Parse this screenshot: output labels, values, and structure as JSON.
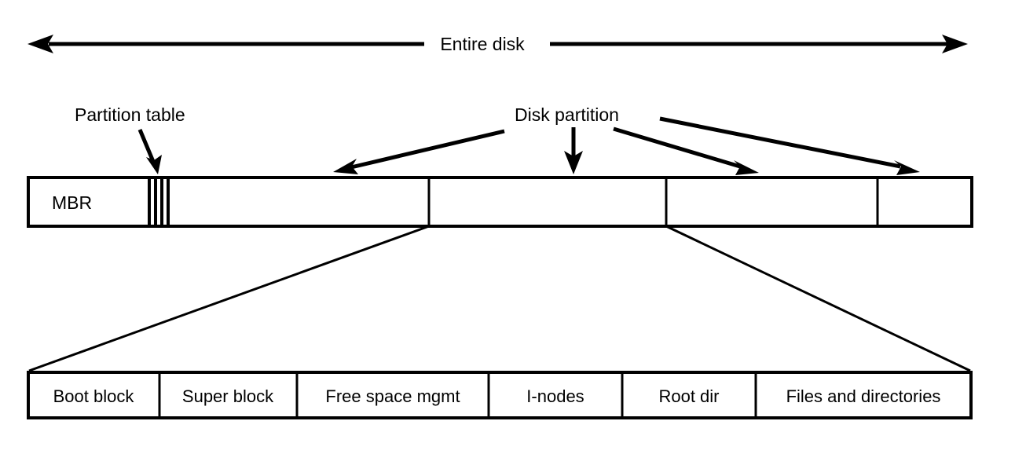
{
  "diagram": {
    "title_arrow": {
      "label": "Entire disk",
      "icon_left": "arrow-left-icon",
      "icon_right": "arrow-right-icon"
    },
    "annotations": [
      {
        "id": "partition-table",
        "label": "Partition table",
        "icon": "arrow-down-right-icon"
      },
      {
        "id": "disk-partition",
        "label": "Disk partition",
        "icon": "arrow-down-icon"
      }
    ],
    "disk_bar": {
      "name": "entire-disk-bar",
      "cells": [
        {
          "id": "mbr",
          "label": "MBR"
        },
        {
          "id": "partition-1",
          "label": ""
        },
        {
          "id": "partition-2",
          "label": ""
        },
        {
          "id": "partition-3",
          "label": ""
        },
        {
          "id": "partition-4",
          "label": ""
        }
      ],
      "partition_table_stripes": 4
    },
    "partition_detail_bar": {
      "name": "partition-layout-bar",
      "cells": [
        {
          "id": "boot-block",
          "label": "Boot block"
        },
        {
          "id": "super-block",
          "label": "Super block"
        },
        {
          "id": "free-space-mgmt",
          "label": "Free space mgmt"
        },
        {
          "id": "i-nodes",
          "label": "I-nodes"
        },
        {
          "id": "root-dir",
          "label": "Root dir"
        },
        {
          "id": "files-and-directories",
          "label": "Files and directories"
        }
      ]
    },
    "colors": {
      "stroke": "#000000",
      "background": "#ffffff",
      "text": "#000000"
    }
  }
}
